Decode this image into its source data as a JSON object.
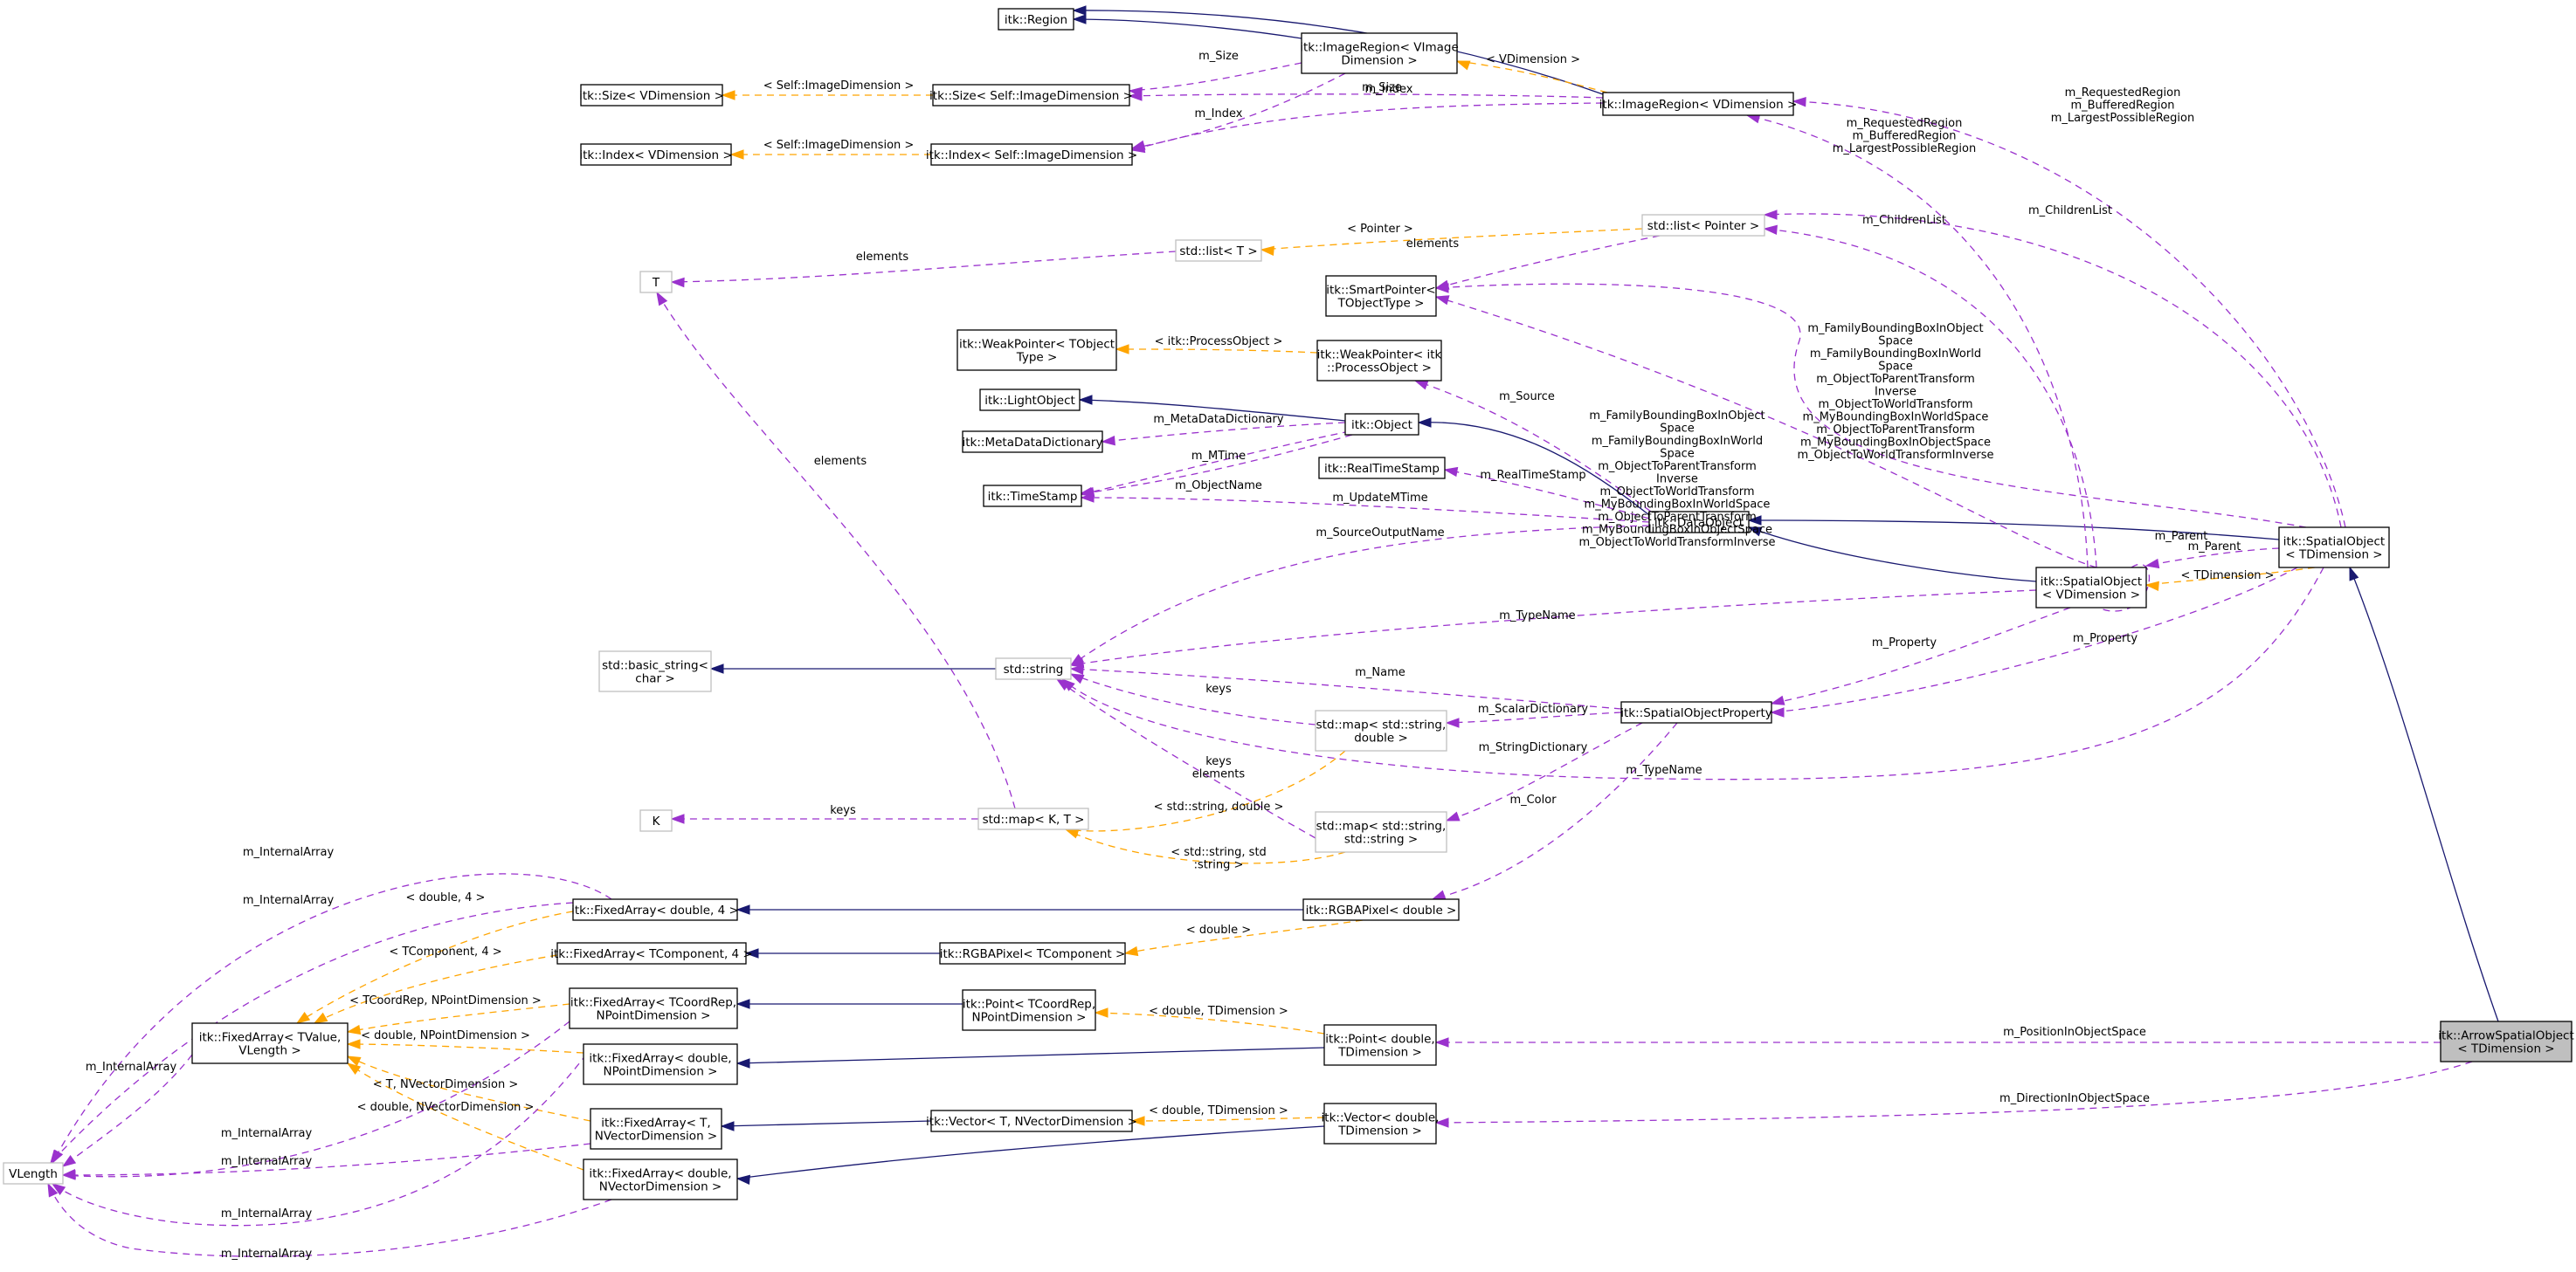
{
  "diagram": {
    "colors": {
      "inheritance": "#191970",
      "usage": "#9a32cd",
      "template": "#ffa500",
      "focus_fill": "#bfbfbf",
      "external_border": "#bfbfbf"
    },
    "nodes": [
      {
        "id": "n_region",
        "lines": [
          "itk::Region"
        ]
      },
      {
        "id": "n_imgregion_tmpl",
        "lines": [
          "itk::ImageRegion< VImage",
          "Dimension >"
        ]
      },
      {
        "id": "n_imgregion",
        "lines": [
          "itk::ImageRegion< VDimension >"
        ]
      },
      {
        "id": "n_size_v",
        "lines": [
          "itk::Size< VDimension >"
        ]
      },
      {
        "id": "n_size_self",
        "lines": [
          "itk::Size< Self::ImageDimension >"
        ]
      },
      {
        "id": "n_index_v",
        "lines": [
          "itk::Index< VDimension >"
        ]
      },
      {
        "id": "n_index_self",
        "lines": [
          "itk::Index< Self::ImageDimension >"
        ]
      },
      {
        "id": "n_T",
        "lines": [
          "T"
        ]
      },
      {
        "id": "n_list_T",
        "lines": [
          "std::list< T >"
        ]
      },
      {
        "id": "n_list_ptr",
        "lines": [
          "std::list< Pointer >"
        ]
      },
      {
        "id": "n_smartptr",
        "lines": [
          "itk::SmartPointer<",
          "TObjectType >"
        ]
      },
      {
        "id": "n_weakptr_t",
        "lines": [
          "itk::WeakPointer< TObject",
          "Type >"
        ]
      },
      {
        "id": "n_weakptr_po",
        "lines": [
          "itk::WeakPointer< itk",
          "::ProcessObject >"
        ]
      },
      {
        "id": "n_lightobj",
        "lines": [
          "itk::LightObject"
        ]
      },
      {
        "id": "n_object",
        "lines": [
          "itk::Object"
        ]
      },
      {
        "id": "n_metadict",
        "lines": [
          "itk::MetaDataDictionary"
        ]
      },
      {
        "id": "n_timestamp",
        "lines": [
          "itk::TimeStamp"
        ]
      },
      {
        "id": "n_realtimestamp",
        "lines": [
          "itk::RealTimeStamp"
        ]
      },
      {
        "id": "n_dataobject",
        "lines": [
          "itk::DataObject"
        ]
      },
      {
        "id": "n_spatialobj_v",
        "lines": [
          "itk::SpatialObject",
          "< VDimension >"
        ]
      },
      {
        "id": "n_spatialobj_t",
        "lines": [
          "itk::SpatialObject",
          "< TDimension >"
        ]
      },
      {
        "id": "n_basic_string",
        "lines": [
          "std::basic_string<",
          "char >"
        ]
      },
      {
        "id": "n_string",
        "lines": [
          "std::string"
        ]
      },
      {
        "id": "n_map_sd",
        "lines": [
          "std::map< std::string,",
          "double >"
        ]
      },
      {
        "id": "n_sop",
        "lines": [
          "itk::SpatialObjectProperty"
        ]
      },
      {
        "id": "n_K",
        "lines": [
          "K"
        ]
      },
      {
        "id": "n_map_KT",
        "lines": [
          "std::map< K, T >"
        ]
      },
      {
        "id": "n_map_ss",
        "lines": [
          "std::map< std::string,",
          "std::string >"
        ]
      },
      {
        "id": "n_fa_d4",
        "lines": [
          "itk::FixedArray< double, 4 >"
        ]
      },
      {
        "id": "n_rgba_d",
        "lines": [
          "itk::RGBAPixel< double >"
        ]
      },
      {
        "id": "n_fa_tc4",
        "lines": [
          "itk::FixedArray< TComponent, 4 >"
        ]
      },
      {
        "id": "n_rgba_tc",
        "lines": [
          "itk::RGBAPixel< TComponent >"
        ]
      },
      {
        "id": "n_fa_tv",
        "lines": [
          "itk::FixedArray< TValue,",
          "VLength >"
        ]
      },
      {
        "id": "n_fa_tcr",
        "lines": [
          "itk::FixedArray< TCoordRep,",
          "NPointDimension >"
        ]
      },
      {
        "id": "n_point_tcr",
        "lines": [
          "itk::Point< TCoordRep,",
          "NPointDimension >"
        ]
      },
      {
        "id": "n_point_d",
        "lines": [
          "itk::Point< double,",
          "TDimension >"
        ]
      },
      {
        "id": "n_arrow",
        "lines": [
          "itk::ArrowSpatialObject",
          "< TDimension >"
        ]
      },
      {
        "id": "n_vlength",
        "lines": [
          "VLength"
        ]
      },
      {
        "id": "n_fa_dnp",
        "lines": [
          "itk::FixedArray< double,",
          "NPointDimension >"
        ]
      },
      {
        "id": "n_fa_tnv",
        "lines": [
          "itk::FixedArray< T,",
          "NVectorDimension >"
        ]
      },
      {
        "id": "n_vector_tnv",
        "lines": [
          "itk::Vector< T, NVectorDimension >"
        ]
      },
      {
        "id": "n_vector_d",
        "lines": [
          "itk::Vector< double,",
          "TDimension >"
        ]
      },
      {
        "id": "n_fa_dnv",
        "lines": [
          "itk::FixedArray< double,",
          "NVectorDimension >"
        ]
      }
    ],
    "edges": [
      {
        "id": "e1",
        "lines": [
          "m_Size"
        ]
      },
      {
        "id": "e2",
        "lines": [
          "m_Index"
        ]
      },
      {
        "id": "e3",
        "lines": [
          "< VDimension >"
        ]
      },
      {
        "id": "e4",
        "lines": [
          "m_Size"
        ]
      },
      {
        "id": "e5",
        "lines": [
          "m_Index"
        ]
      },
      {
        "id": "e6",
        "lines": [
          "< Self::ImageDimension >"
        ]
      },
      {
        "id": "e7",
        "lines": [
          "< Self::ImageDimension >"
        ]
      },
      {
        "id": "e8",
        "lines": [
          "m_RequestedRegion",
          "m_BufferedRegion",
          "m_LargestPossibleRegion"
        ]
      },
      {
        "id": "e9",
        "lines": [
          "m_RequestedRegion",
          "m_BufferedRegion",
          "m_LargestPossibleRegion"
        ]
      },
      {
        "id": "e10",
        "lines": [
          "elements"
        ]
      },
      {
        "id": "e11",
        "lines": [
          "< Pointer >"
        ]
      },
      {
        "id": "e12",
        "lines": [
          "m_ChildrenList"
        ]
      },
      {
        "id": "e13",
        "lines": [
          "m_ChildrenList"
        ]
      },
      {
        "id": "e14",
        "lines": [
          "elements"
        ]
      },
      {
        "id": "e15",
        "lines": [
          "m_FamilyBoundingBoxInObject",
          "Space",
          "m_FamilyBoundingBoxInWorld",
          "Space",
          "m_ObjectToParentTransform",
          "Inverse",
          "m_ObjectToWorldTransform",
          "m_MyBoundingBoxInWorldSpace",
          "m_ObjectToParentTransform",
          "m_MyBoundingBoxInObjectSpace",
          "m_ObjectToWorldTransformInverse"
        ]
      },
      {
        "id": "e16",
        "lines": [
          "m_FamilyBoundingBoxInObject",
          "Space",
          "m_FamilyBoundingBoxInWorld",
          "Space",
          "m_ObjectToParentTransform",
          "Inverse",
          "m_ObjectToWorldTransform",
          "m_MyBoundingBoxInWorldSpace",
          "m_ObjectToParentTransform",
          "m_MyBoundingBoxInObjectSpace",
          "m_ObjectToWorldTransformInverse"
        ]
      },
      {
        "id": "e17",
        "lines": [
          "< itk::ProcessObject >"
        ]
      },
      {
        "id": "e18",
        "lines": [
          "m_Source"
        ]
      },
      {
        "id": "e19",
        "lines": [
          "m_MetaDataDictionary"
        ]
      },
      {
        "id": "e20",
        "lines": [
          "m_MTime"
        ]
      },
      {
        "id": "e21",
        "lines": [
          "m_ObjectName"
        ]
      },
      {
        "id": "e22",
        "lines": [
          "m_RealTimeStamp"
        ]
      },
      {
        "id": "e23",
        "lines": [
          "m_UpdateMTime"
        ]
      },
      {
        "id": "e24",
        "lines": [
          "m_SourceOutputName"
        ]
      },
      {
        "id": "e25",
        "lines": [
          "m_Parent"
        ]
      },
      {
        "id": "e26",
        "lines": [
          "m_Parent"
        ]
      },
      {
        "id": "e27",
        "lines": [
          "< TDimension >"
        ]
      },
      {
        "id": "e28",
        "lines": [
          "m_TypeName"
        ]
      },
      {
        "id": "e29",
        "lines": [
          "m_Property"
        ]
      },
      {
        "id": "e30",
        "lines": [
          "m_Property"
        ]
      },
      {
        "id": "e31",
        "lines": [
          "m_Name"
        ]
      },
      {
        "id": "e32",
        "lines": [
          "keys"
        ]
      },
      {
        "id": "e33",
        "lines": [
          "m_ScalarDictionary"
        ]
      },
      {
        "id": "e34",
        "lines": [
          "keys",
          "elements"
        ]
      },
      {
        "id": "e35",
        "lines": [
          "m_StringDictionary"
        ]
      },
      {
        "id": "e36",
        "lines": [
          "m_TypeName"
        ]
      },
      {
        "id": "e37",
        "lines": [
          "elements"
        ]
      },
      {
        "id": "e38",
        "lines": [
          "keys"
        ]
      },
      {
        "id": "e39",
        "lines": [
          "< std::string, double >"
        ]
      },
      {
        "id": "e40",
        "lines": [
          "< std::string, std",
          ":string >"
        ]
      },
      {
        "id": "e41",
        "lines": [
          "m_Color"
        ]
      },
      {
        "id": "e42",
        "lines": [
          "< double, 4 >"
        ]
      },
      {
        "id": "e43",
        "lines": [
          "< double >"
        ]
      },
      {
        "id": "e44",
        "lines": [
          "< TComponent, 4 >"
        ]
      },
      {
        "id": "e45",
        "lines": [
          "< TCoordRep, NPointDimension >"
        ]
      },
      {
        "id": "e46",
        "lines": [
          "< double, TDimension >"
        ]
      },
      {
        "id": "e47",
        "lines": [
          "m_PositionInObjectSpace"
        ]
      },
      {
        "id": "e48",
        "lines": [
          "< double, NPointDimension >"
        ]
      },
      {
        "id": "e49",
        "lines": [
          "< T, NVectorDimension >"
        ]
      },
      {
        "id": "e50",
        "lines": [
          "< double, TDimension >"
        ]
      },
      {
        "id": "e51",
        "lines": [
          "m_DirectionInObjectSpace"
        ]
      },
      {
        "id": "e52",
        "lines": [
          "< double, NVectorDimension >"
        ]
      },
      {
        "id": "e53",
        "lines": [
          "m_InternalArray"
        ]
      },
      {
        "id": "e54",
        "lines": [
          "m_InternalArray"
        ]
      },
      {
        "id": "e55",
        "lines": [
          "m_InternalArray"
        ]
      },
      {
        "id": "e56",
        "lines": [
          "m_InternalArray"
        ]
      },
      {
        "id": "e57",
        "lines": [
          "m_InternalArray"
        ]
      },
      {
        "id": "e58",
        "lines": [
          "m_InternalArray"
        ]
      },
      {
        "id": "e59",
        "lines": [
          "m_InternalArray"
        ]
      }
    ]
  }
}
